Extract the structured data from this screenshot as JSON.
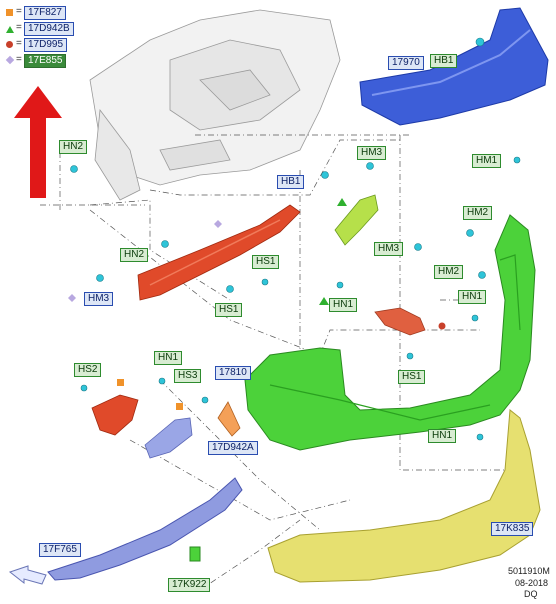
{
  "legend": [
    {
      "marker": "orange-square",
      "code": "17F827",
      "color": "#f0922a"
    },
    {
      "marker": "green-triangle",
      "code": "17D942B",
      "color": "#2fb02f"
    },
    {
      "marker": "red-circle",
      "code": "17D995",
      "color": "#c8402a"
    },
    {
      "marker": "violet-diamond",
      "code": "17E855",
      "color": "#b8a8e0"
    }
  ],
  "legend_eq": "=",
  "parts": {
    "reinforcement": "17970",
    "hb1_top": "HB1",
    "hn2_left": "HN2",
    "hm3_top": "HM3",
    "hb1_mid": "HB1",
    "hm1": "HM1",
    "hm2_a": "HM2",
    "hm3_mid": "HM3",
    "hm2_b": "HM2",
    "hn2_mid": "HN2",
    "hs1_a": "HS1",
    "hn1_right": "HN1",
    "hm3_left": "HM3",
    "hs1_b": "HS1",
    "hn1_mid": "HN1",
    "hs2": "HS2",
    "hn1_low": "HN1",
    "hs3": "HS3",
    "bumper_cover": "17810",
    "hs1_c": "HS1",
    "bracket_a": "17D942A",
    "hn1_bottom": "HN1",
    "valance": "17F765",
    "skirt": "17K835",
    "clip": "17K922"
  },
  "footer": {
    "ref": "5011910M",
    "date": "08-2018",
    "code": "DQ"
  },
  "colors": {
    "green_part": "#4cd23a",
    "blue_part": "#3d5ed8",
    "yellow_part": "#e6e070",
    "red_part": "#e04a2a",
    "periwinkle": "#9aa6e6",
    "arrow": "#e01818"
  }
}
